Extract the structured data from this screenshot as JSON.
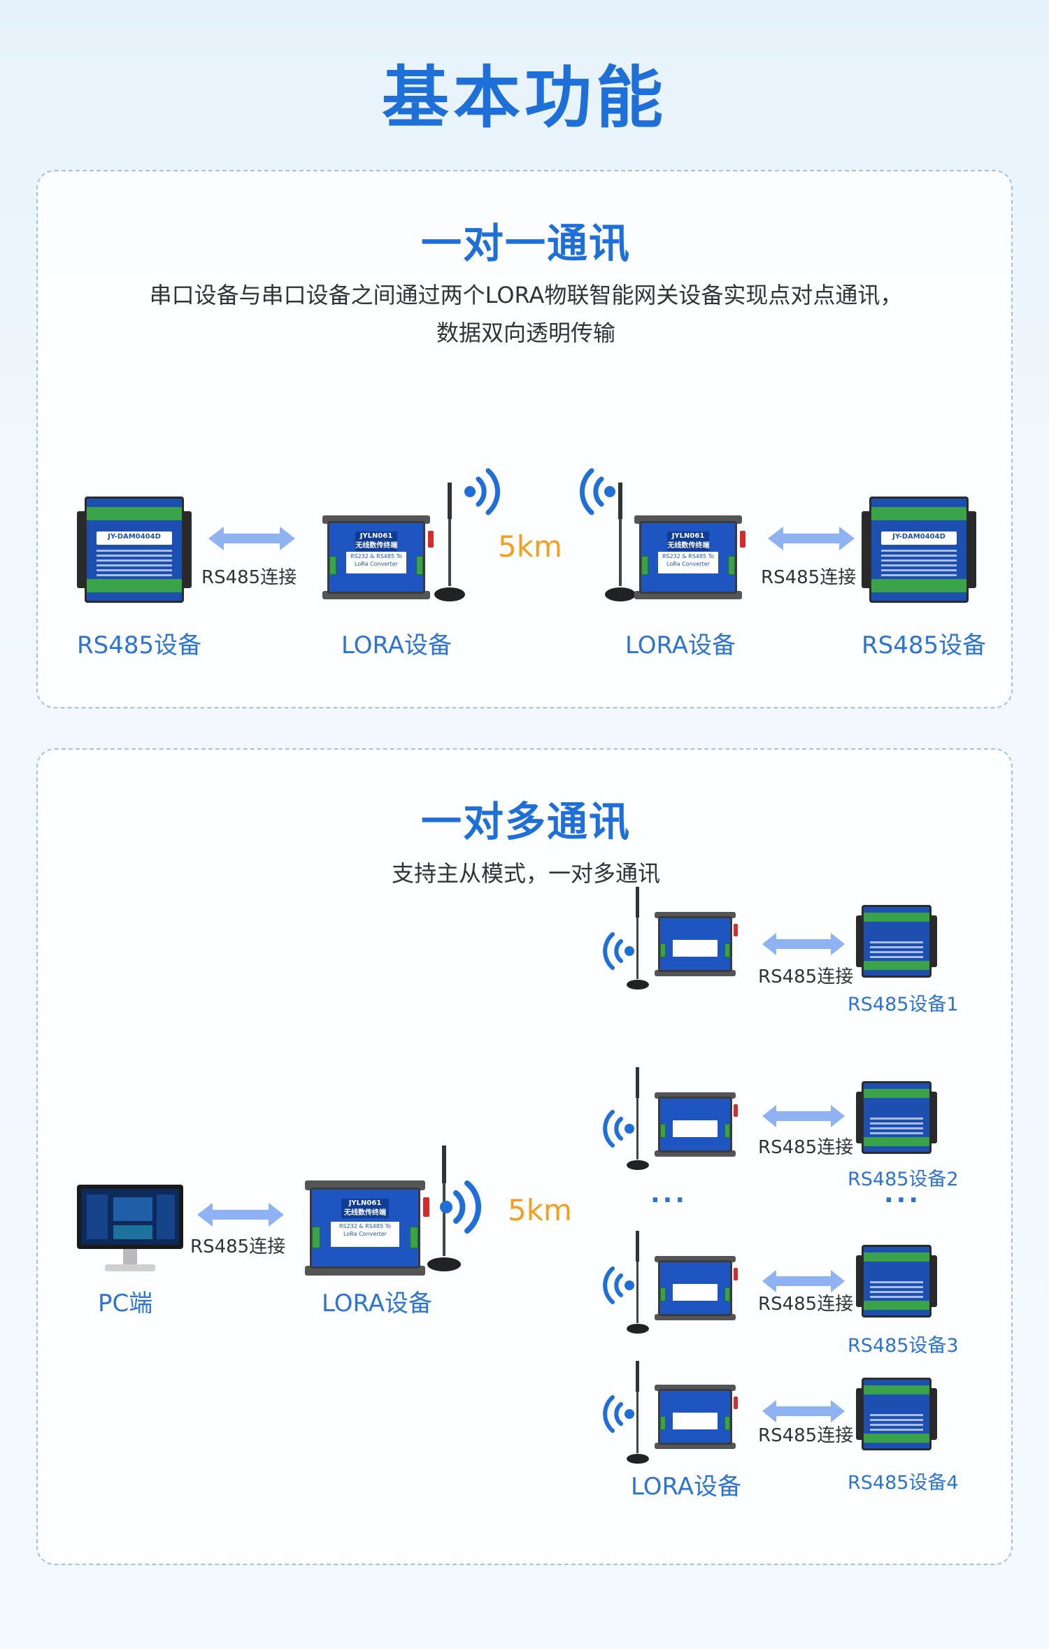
{
  "page_title": "基本功能",
  "section1": {
    "title": "一对一通讯",
    "desc_line1": "串口设备与串口设备之间通过两个LORA物联智能网关设备实现点对点通讯，",
    "desc_line2": "数据双向透明传输",
    "left_device_label": "RS485设备",
    "left_lora_label": "LORA设备",
    "right_lora_label": "LORA设备",
    "right_device_label": "RS485设备",
    "link_left": "RS485连接",
    "link_right": "RS485连接",
    "distance": "5km",
    "module_tag": "JY-DAM0404D",
    "lora_tag": "JYLN061",
    "lora_tag_cn": "无线数传终端",
    "lora_sub": "RS232 & RS485 To",
    "lora_sub2": "LoRa Converter"
  },
  "section2": {
    "title": "一对多通讯",
    "desc": "支持主从模式，一对多通讯",
    "pc_label": "PC端",
    "master_label": "LORA设备",
    "link_master": "RS485连接",
    "distance": "5km",
    "slaves_label": "LORA设备",
    "ellipsis_left": "···",
    "ellipsis_right": "···",
    "slaves": [
      {
        "link": "RS485连接",
        "device": "RS485设备1"
      },
      {
        "link": "RS485连接",
        "device": "RS485设备2"
      },
      {
        "link": "RS485连接",
        "device": "RS485设备3"
      },
      {
        "link": "RS485连接",
        "device": "RS485设备4"
      }
    ]
  },
  "colors": {
    "brand_blue": "#1f6fd8",
    "label_blue": "#2c74d1",
    "arrow_blue": "#8fb3f2",
    "orange": "#f2a01d",
    "device_blue": "#1e55c1",
    "terminal_green": "#3aa34a"
  },
  "icons": [
    "wifi-signal-icon",
    "double-arrow-icon",
    "antenna-icon",
    "monitor-icon"
  ]
}
